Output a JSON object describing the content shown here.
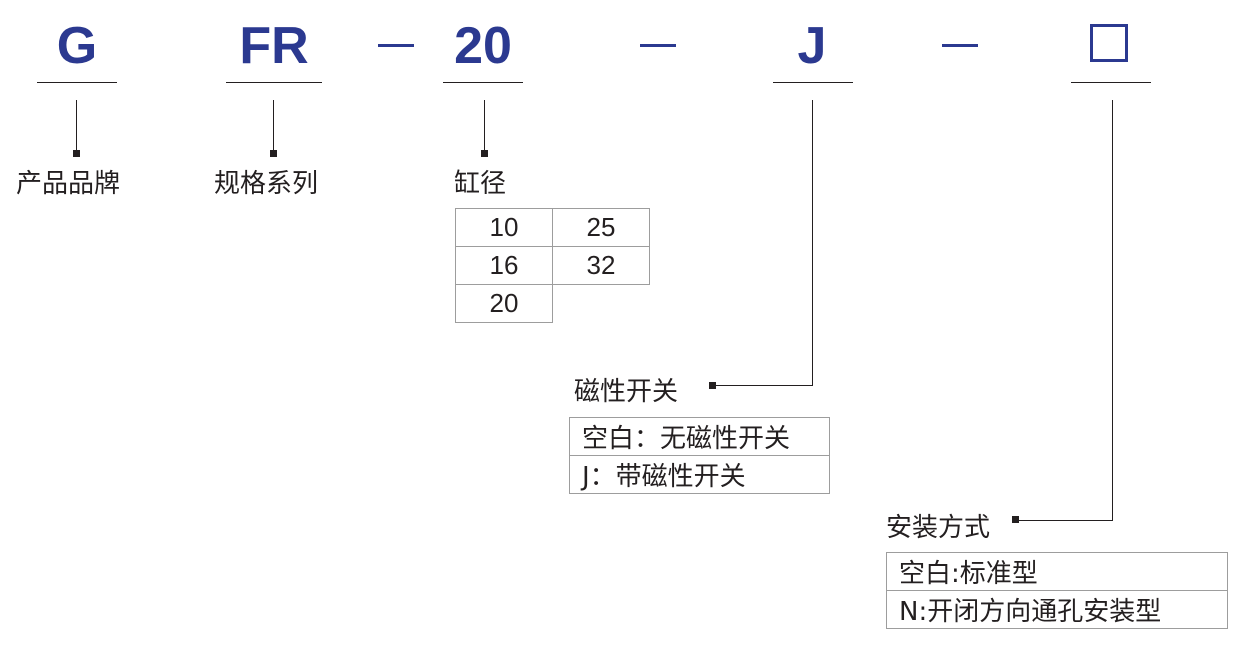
{
  "model_code": {
    "brand": "G",
    "series": "FR",
    "bore": "20",
    "magnet": "J",
    "mount_placeholder": "□"
  },
  "fields": {
    "brand_label": "产品品牌",
    "series_label": "规格系列",
    "bore_label": "缸径",
    "magnet_label": "磁性开关",
    "mount_label": "安装方式"
  },
  "bore_options": [
    "10",
    "25",
    "16",
    "32",
    "20"
  ],
  "magnet_options": [
    "空白：无磁性开关",
    "J：带磁性开关"
  ],
  "mount_options": [
    "空白:标准型",
    "N:开闭方向通孔安装型"
  ],
  "colors": {
    "accent": "#2b3990",
    "line": "#231f20",
    "table_border": "#9d9d9d"
  }
}
